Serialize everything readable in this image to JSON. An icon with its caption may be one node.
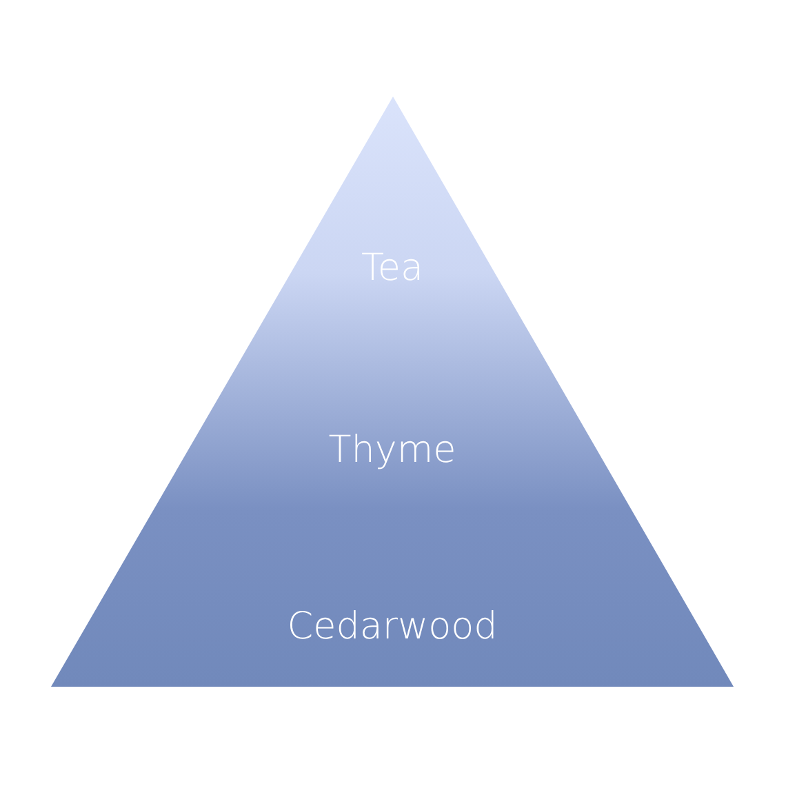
{
  "diagram": {
    "nodes": [
      {
        "text": [
          "Tea",
          "Thyme",
          "Cedarwood"
        ]
      }
    ]
  }
}
